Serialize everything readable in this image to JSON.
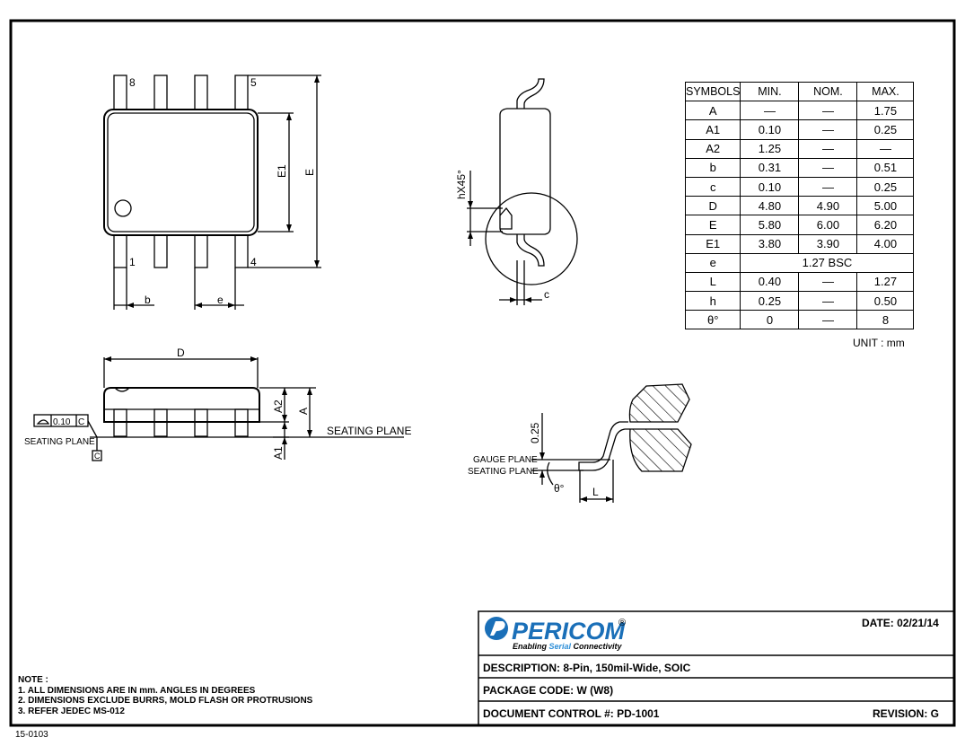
{
  "drawing": {
    "top_view": {
      "pin8": "8",
      "pin5": "5",
      "pin1": "1",
      "pin4": "4",
      "e1": "E1",
      "e": "E",
      "b": "b",
      "pitch": "e"
    },
    "side_view": {
      "d": "D",
      "a2": "A2",
      "a": "A",
      "a1": "A1",
      "seating_plane": "SEATING PLANE",
      "flatness": "0.10",
      "datum": "C",
      "seating_plane_left": "SEATING PLANE",
      "datum_box": "C"
    },
    "end_view": {
      "chamfer": "hX45°",
      "c": "c"
    },
    "detail": {
      "gauge_value": "0.25",
      "gauge_plane": "GAUGE PLANE",
      "seating_plane": "SEATING PLANE",
      "theta": "θ°",
      "l": "L"
    }
  },
  "dimension_table": {
    "headers": [
      "SYMBOLS",
      "MIN.",
      "NOM.",
      "MAX."
    ],
    "rows": [
      [
        "A",
        "—",
        "—",
        "1.75"
      ],
      [
        "A1",
        "0.10",
        "—",
        "0.25"
      ],
      [
        "A2",
        "1.25",
        "—",
        "—"
      ],
      [
        "b",
        "0.31",
        "—",
        "0.51"
      ],
      [
        "c",
        "0.10",
        "—",
        "0.25"
      ],
      [
        "D",
        "4.80",
        "4.90",
        "5.00"
      ],
      [
        "E",
        "5.80",
        "6.00",
        "6.20"
      ],
      [
        "E1",
        "3.80",
        "3.90",
        "4.00"
      ],
      [
        "e",
        "1.27 BSC"
      ],
      [
        "L",
        "0.40",
        "—",
        "1.27"
      ],
      [
        "h",
        "0.25",
        "—",
        "0.50"
      ],
      [
        "θ°",
        "0",
        "—",
        "8"
      ]
    ],
    "unit": "UNIT : mm"
  },
  "notes": {
    "title": "NOTE :",
    "items": [
      "1. ALL DIMENSIONS ARE IN mm. ANGLES IN DEGREES",
      "2. DIMENSIONS EXCLUDE BURRS, MOLD FLASH OR PROTRUSIONS",
      "3. REFER JEDEC MS-012"
    ]
  },
  "doc_code": "15-0103",
  "title_block": {
    "company": "PERICOM",
    "registered": "®",
    "tagline_pre": "Enabling ",
    "tagline_accent": "Serial",
    "tagline_post": " Connectivity",
    "date": "DATE: 02/21/14",
    "description": "DESCRIPTION: 8-Pin, 150mil-Wide, SOIC",
    "package_code": "PACKAGE CODE:  W  (W8)",
    "document_control": "DOCUMENT CONTROL #: PD-1001",
    "revision": "REVISION: G"
  },
  "colors": {
    "logo_blue": "#1a6fb8",
    "logo_accent": "#2e8fd8"
  }
}
